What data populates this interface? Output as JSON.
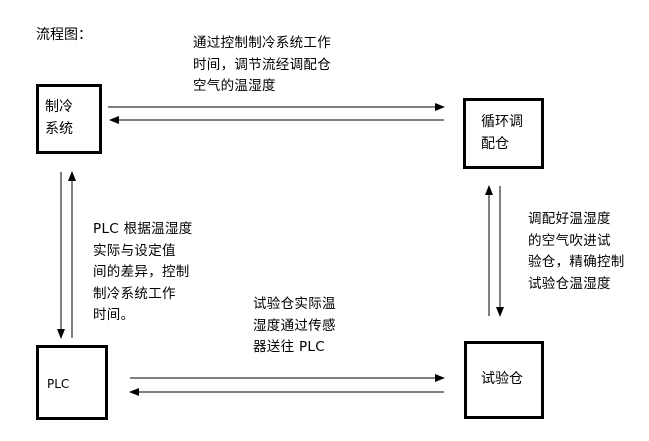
{
  "title": "流程图：",
  "nodes": {
    "cooling": {
      "label": "制冷\n系统"
    },
    "mixing": {
      "label": "循环调\n配仓"
    },
    "plc": {
      "label": "PLC"
    },
    "test": {
      "label": "试验仓"
    }
  },
  "annotations": {
    "top": "通过控制制冷系统工作\n时间，调节流经调配仓\n空气的温湿度",
    "left": "PLC 根据温湿度\n实际与设定值\n间的差异，控制\n制冷系统工作\n时间。",
    "middle": "试验仓实际温\n湿度通过传感\n器送往 PLC",
    "right": "调配好温湿度\n的空气吹进试\n验仓，精确控制\n试验仓温湿度"
  }
}
